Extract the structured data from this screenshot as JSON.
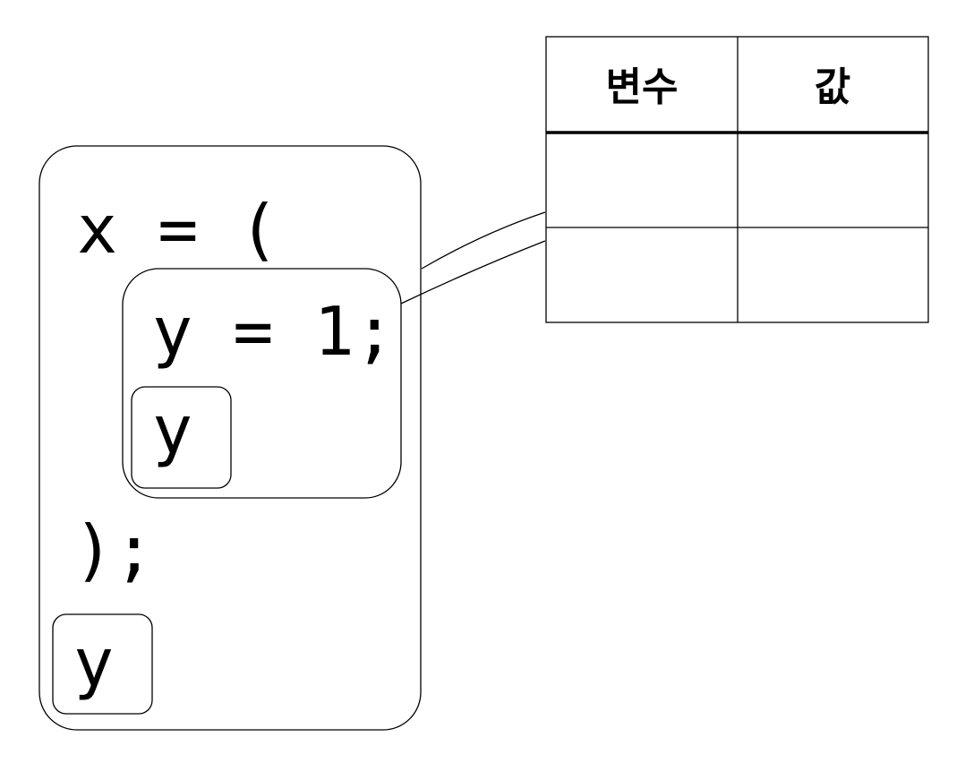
{
  "code": {
    "line1": "x = (",
    "line2": "y = 1;",
    "line3": "y",
    "line4": ");",
    "line5": "y"
  },
  "table": {
    "headers": [
      "변수",
      "값"
    ],
    "rows": [
      [
        "",
        ""
      ],
      [
        "",
        ""
      ]
    ]
  }
}
